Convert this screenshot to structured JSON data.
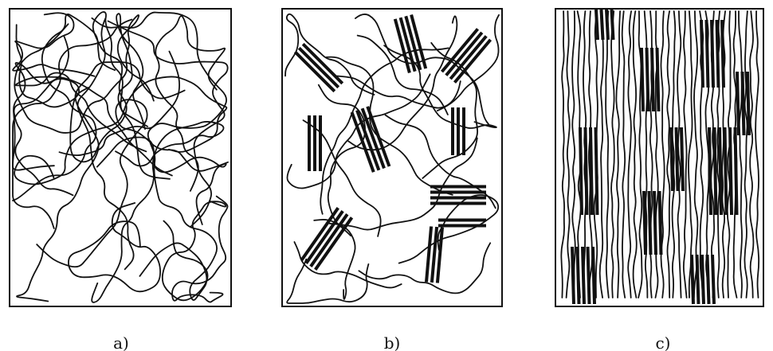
{
  "panels": [
    {
      "label": "a)",
      "structure": "amorphous"
    },
    {
      "label": "b)",
      "structure": "partially-crystalline"
    },
    {
      "label": "c)",
      "structure": "oriented"
    }
  ],
  "colors": {
    "ink": "#111111",
    "background": "#ffffff"
  }
}
